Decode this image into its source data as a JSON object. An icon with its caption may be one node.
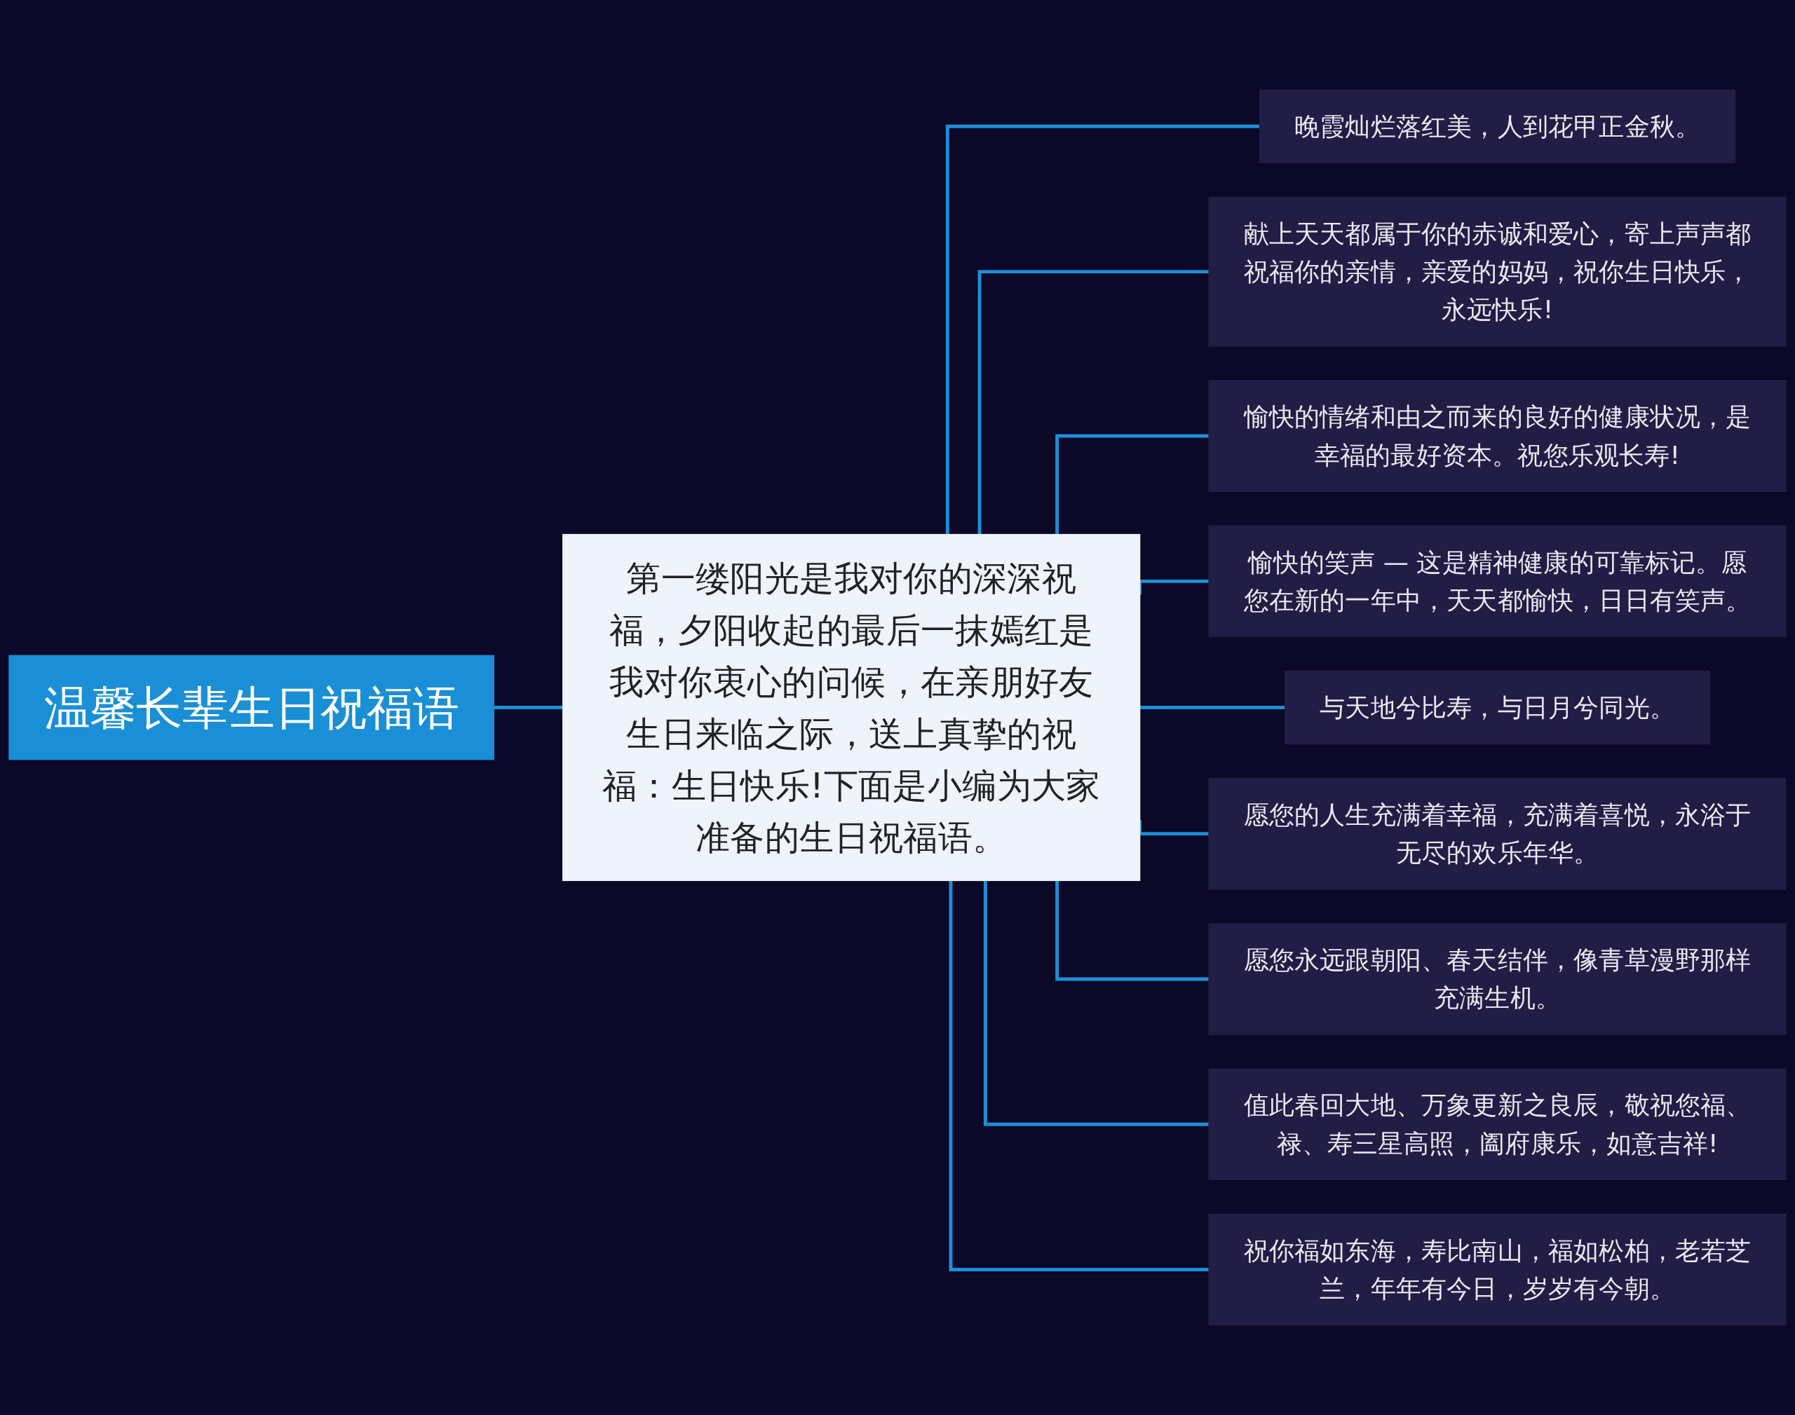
{
  "diagram": {
    "nodes": [
      {
        "text": [
          "温馨长辈生日祝福语"
        ]
      },
      {
        "text": [
          "第一缕阳光是我对你的深深祝福，夕阳收起的最后一抹嫣红是我对你衷心的问候，在亲朋好友生日来临之际，送上真挚的祝福：生日快乐!下面是小编为大家准备的生日祝福语。"
        ]
      },
      {
        "text": [
          "晚霞灿烂落红美，人到花甲正金秋。"
        ]
      },
      {
        "text": [
          "献上天天都属于你的赤诚和爱心，寄上声声都祝福你的亲情，亲爱的妈妈，祝你生日快乐，永远快乐!"
        ]
      },
      {
        "text": [
          "愉快的情绪和由之而来的良好的健康状况，是幸福的最好资本。祝您乐观长寿!"
        ]
      },
      {
        "text": [
          "愉快的笑声 — 这是精神健康的可靠标记。愿您在新的一年中，天天都愉快，日日有笑声。"
        ]
      },
      {
        "text": [
          "与天地兮比寿，与日月兮同光。"
        ]
      },
      {
        "text": [
          "愿您的人生充满着幸福，充满着喜悦，永浴于无尽的欢乐年华。"
        ]
      },
      {
        "text": [
          "愿您永远跟朝阳、春天结伴，像青草漫野那样充满生机。"
        ]
      },
      {
        "text": [
          "值此春回大地、万象更新之良辰，敬祝您福、禄、寿三星高照，阖府康乐，如意吉祥!"
        ]
      },
      {
        "text": [
          "祝你福如东海，寿比南山，福如松柏，老若芝兰，年年有今日，岁岁有今朝。"
        ]
      }
    ],
    "edges": [
      {
        "from": 0,
        "to": 1,
        "arrow": "none"
      },
      {
        "from": 1,
        "to": 2,
        "arrow": "none"
      },
      {
        "from": 1,
        "to": 3,
        "arrow": "none"
      },
      {
        "from": 1,
        "to": 4,
        "arrow": "none"
      },
      {
        "from": 1,
        "to": 5,
        "arrow": "none"
      },
      {
        "from": 1,
        "to": 6,
        "arrow": "none"
      },
      {
        "from": 1,
        "to": 7,
        "arrow": "none"
      },
      {
        "from": 1,
        "to": 8,
        "arrow": "none"
      },
      {
        "from": 1,
        "to": 9,
        "arrow": "none"
      },
      {
        "from": 1,
        "to": 10,
        "arrow": "none"
      }
    ]
  }
}
